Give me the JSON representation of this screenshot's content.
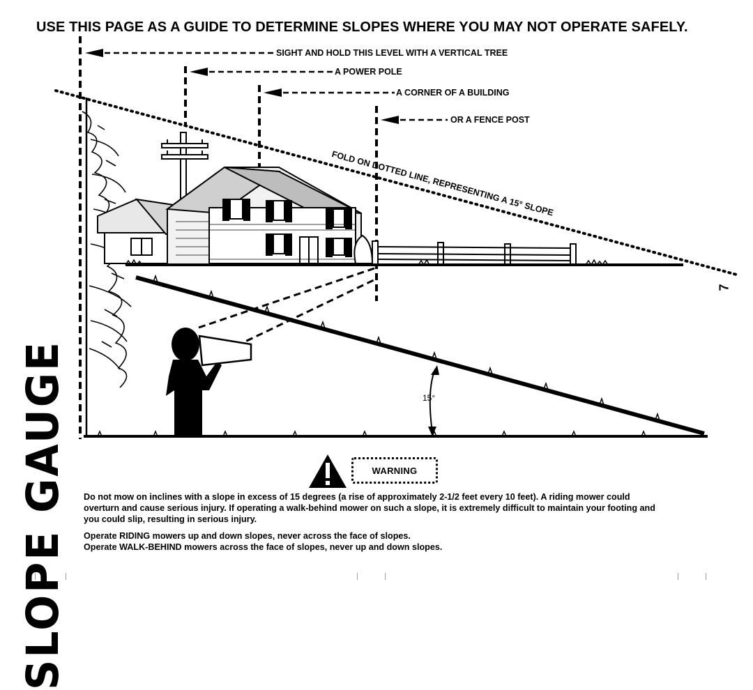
{
  "heading": "USE THIS PAGE AS A GUIDE TO DETERMINE SLOPES WHERE YOU MAY NOT OPERATE SAFELY.",
  "vertical_title": "SLOPE GAUGE",
  "labels": {
    "tree": "SIGHT AND HOLD THIS LEVEL WITH A VERTICAL TREE",
    "pole": "A POWER POLE",
    "building": "A CORNER OF A BUILDING",
    "fence": "OR A FENCE POST",
    "fold": "FOLD ON DOTTED LINE, REPRESENTING A 15° SLOPE",
    "angle": "15°"
  },
  "page_number": "7",
  "warning": {
    "badge": "WARNING",
    "paragraph": "Do not mow on inclines with a slope in excess of 15 degrees (a rise of approximately 2-1/2 feet every 10 feet). A riding mower could overturn and cause serious injury. If operating a walk-behind mower on such a slope, it is extremely difficult to maintain your footing and you could slip, resulting in serious injury.",
    "rule_riding": "Operate RIDING mowers up and down slopes, never across the face of slopes.",
    "rule_walk": "Operate WALK-BEHIND mowers across the face of slopes, never up and down slopes."
  }
}
